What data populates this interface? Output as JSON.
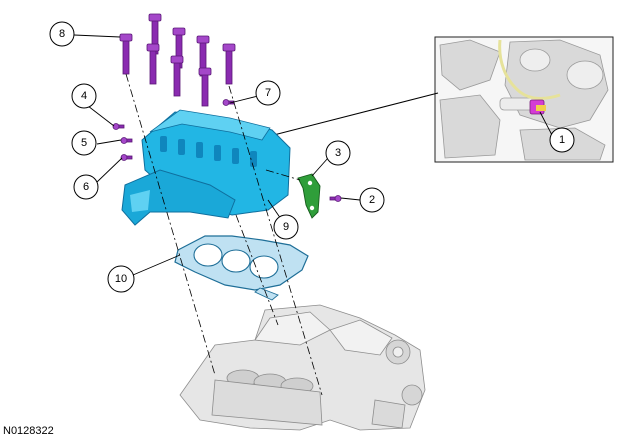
{
  "figure_code": "N0128322",
  "callouts": [
    "1",
    "2",
    "3",
    "4",
    "5",
    "6",
    "7",
    "8",
    "9",
    "10"
  ],
  "colors": {
    "cylinder_head": "#1fb8e6",
    "cylinder_head_dark": "#0f7fb2",
    "bolts": "#8a2bb0",
    "bracket": "#2f9e3a",
    "gasket": "#b9ddf0",
    "gasket_outline": "#1f6f98",
    "engine_block": "#e4e4e4",
    "sensor": "#d43cd4"
  },
  "icons": [
    "callout-circle",
    "bolt",
    "leader-line"
  ]
}
